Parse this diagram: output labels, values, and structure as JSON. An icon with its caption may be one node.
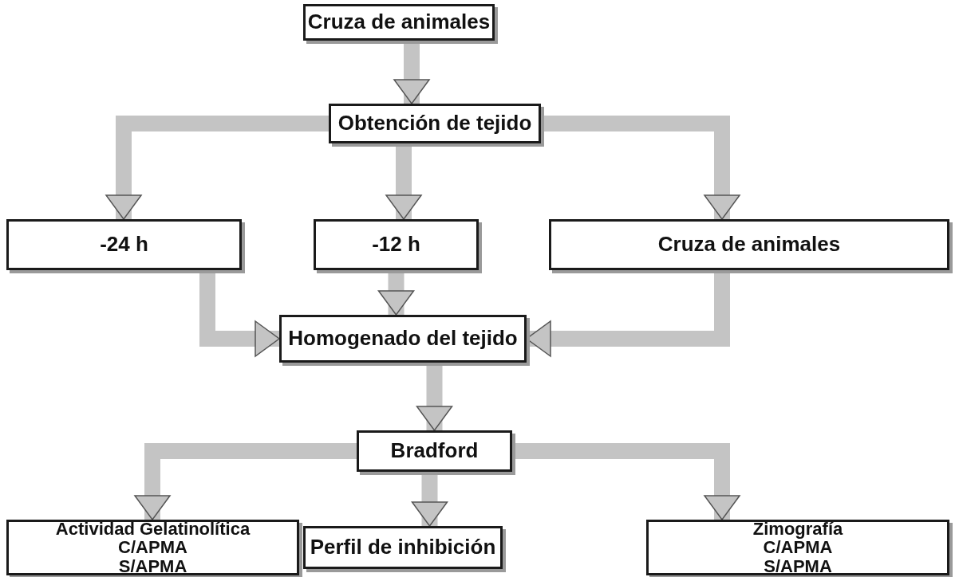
{
  "diagram": {
    "nodes": [
      {
        "text": [
          "Cruza de animales"
        ]
      },
      {
        "text": [
          "Obtención de tejido"
        ]
      },
      {
        "text": [
          "-24 h"
        ]
      },
      {
        "text": [
          "-12 h"
        ]
      },
      {
        "text": [
          "Cruza de animales"
        ]
      },
      {
        "text": [
          "Homogenado del tejido"
        ]
      },
      {
        "text": [
          "Bradford"
        ]
      },
      {
        "text": [
          "Actividad Gelatinolítica",
          "C/APMA",
          "S/APMA"
        ]
      },
      {
        "text": [
          "Perfil de inhibición"
        ]
      },
      {
        "text": [
          "Zimografía",
          "C/APMA",
          "S/APMA"
        ]
      }
    ],
    "edges": [
      {
        "from": 0,
        "to": 1,
        "arrow": "to"
      },
      {
        "from": 1,
        "to": 2,
        "arrow": "to"
      },
      {
        "from": 1,
        "to": 3,
        "arrow": "to"
      },
      {
        "from": 1,
        "to": 4,
        "arrow": "to"
      },
      {
        "from": 2,
        "to": 5,
        "arrow": "to"
      },
      {
        "from": 3,
        "to": 5,
        "arrow": "to"
      },
      {
        "from": 4,
        "to": 5,
        "arrow": "to"
      },
      {
        "from": 5,
        "to": 6,
        "arrow": "to"
      },
      {
        "from": 6,
        "to": 7,
        "arrow": "to"
      },
      {
        "from": 6,
        "to": 8,
        "arrow": "to"
      },
      {
        "from": 6,
        "to": 9,
        "arrow": "to"
      }
    ]
  }
}
